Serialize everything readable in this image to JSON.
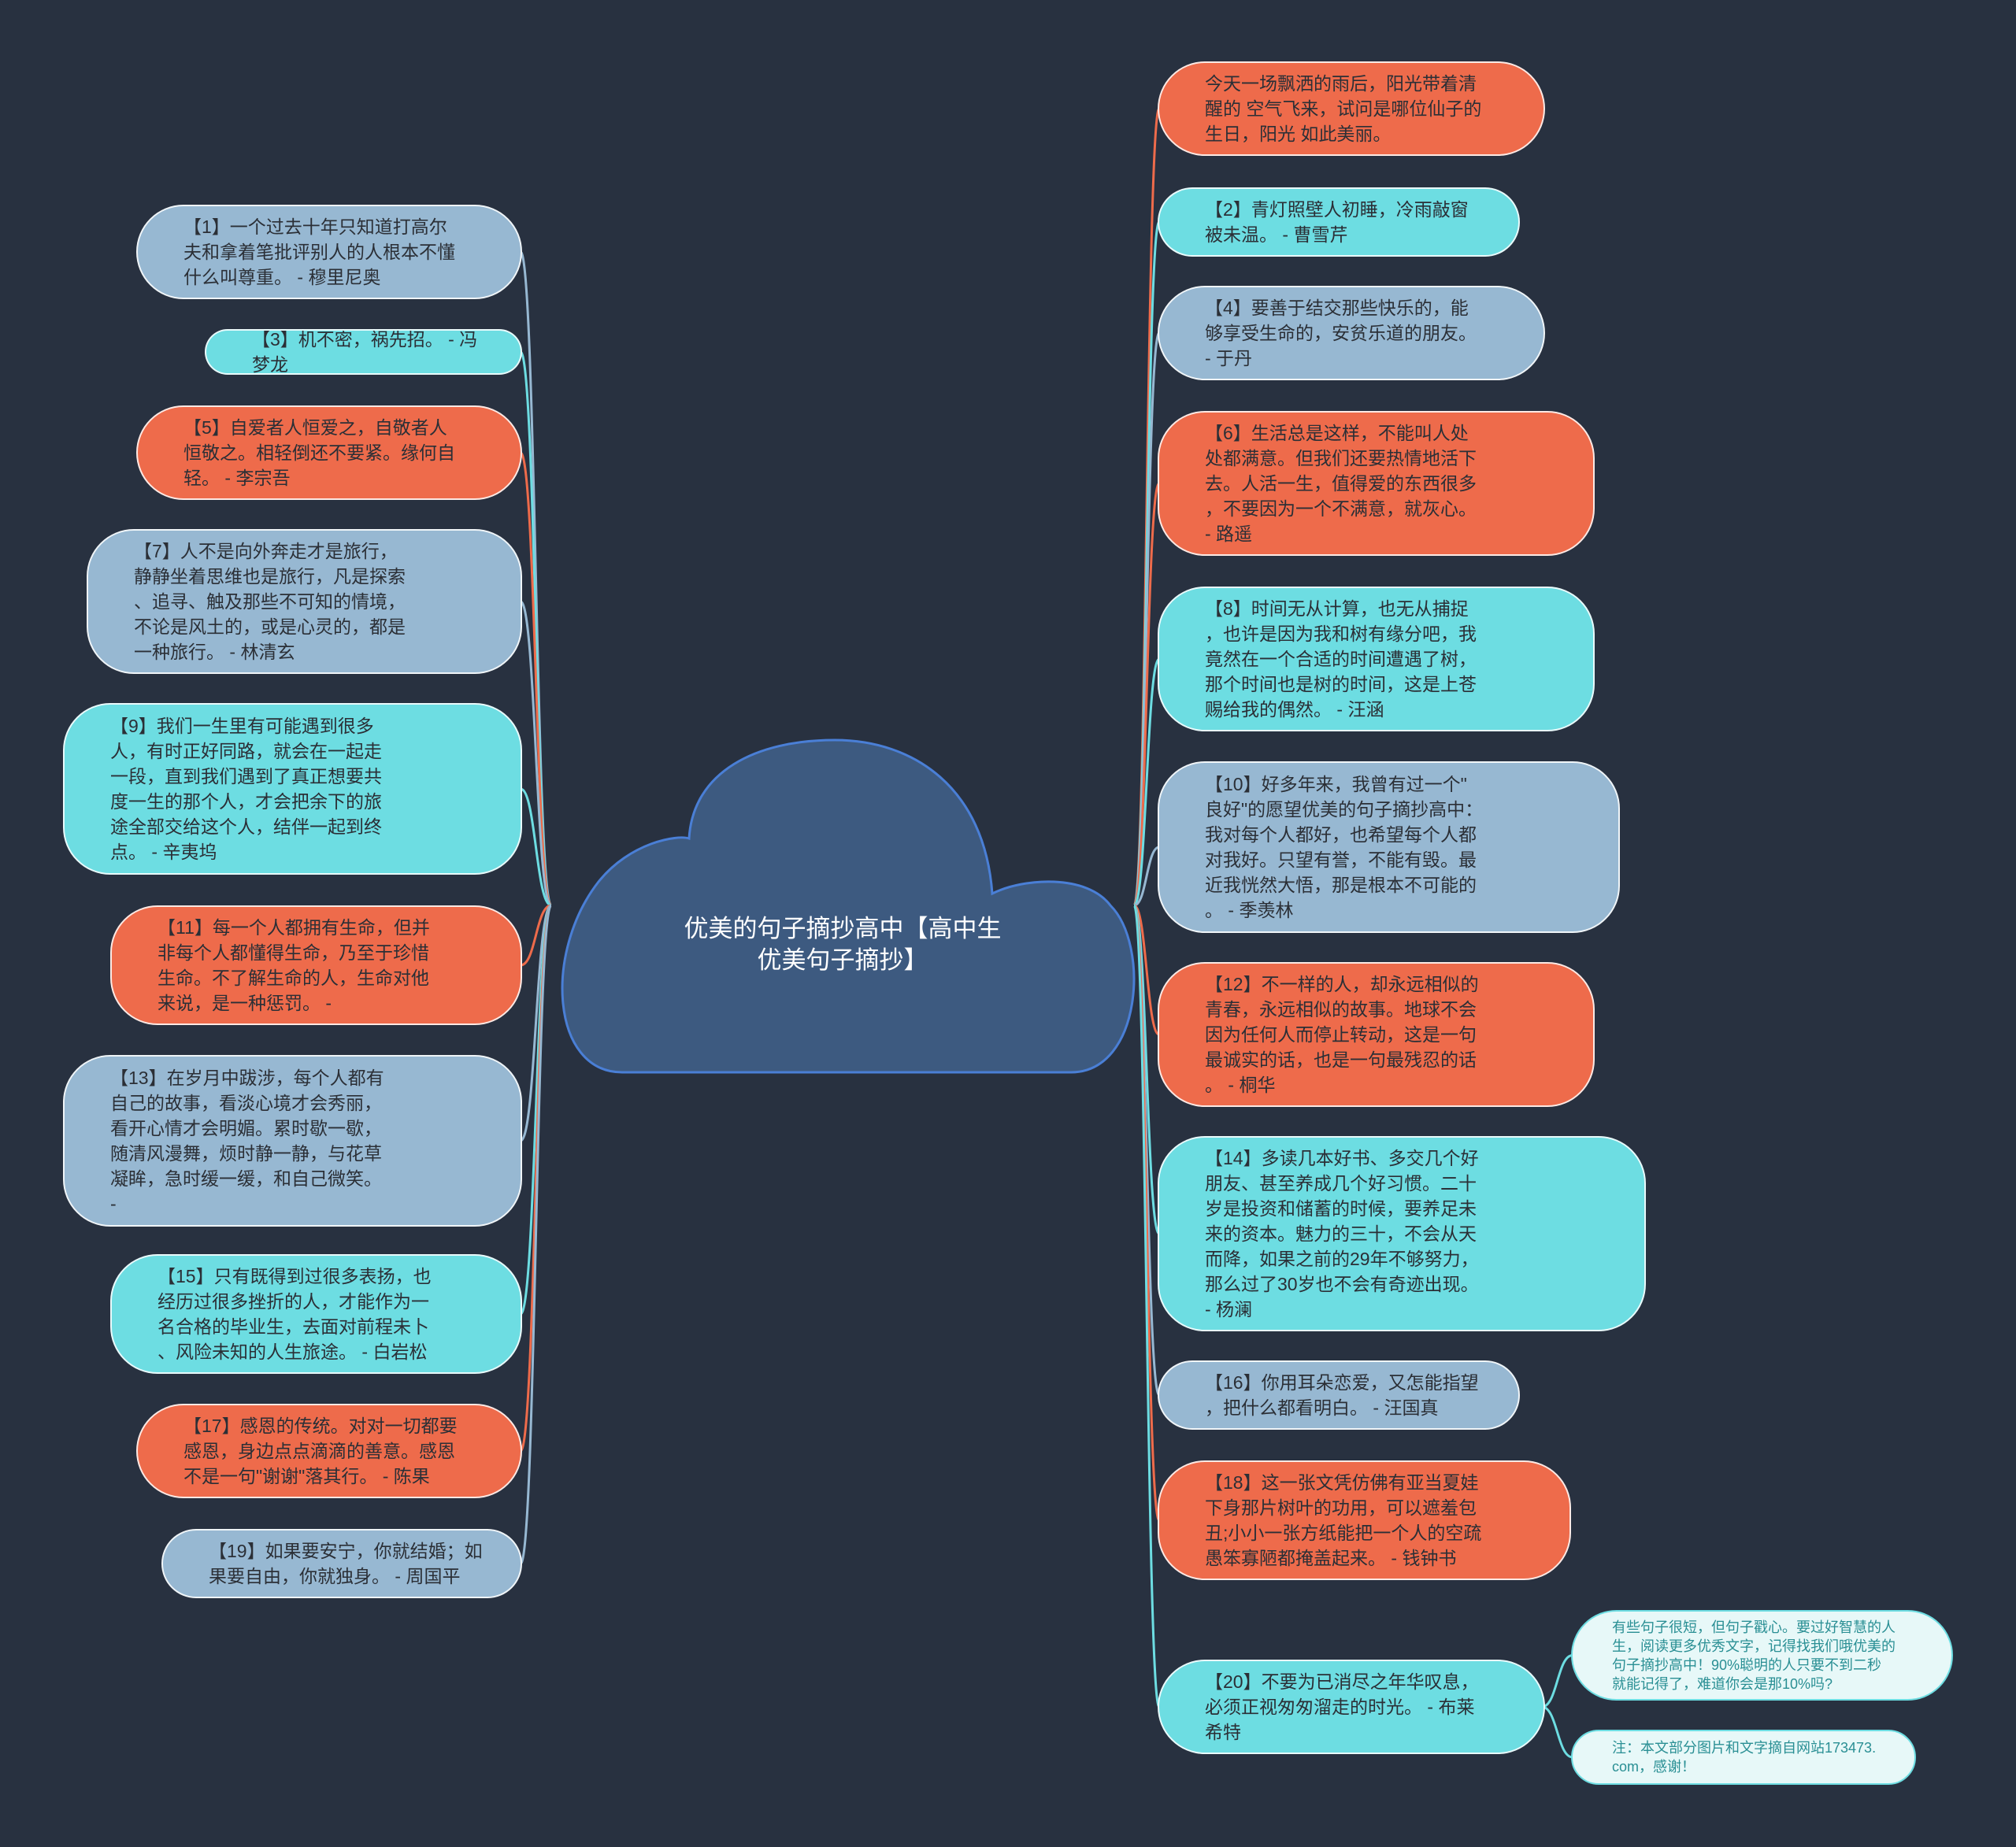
{
  "center": {
    "title": "优美的句子摘抄高中【高中生优美句子摘抄】"
  },
  "colors": {
    "background": "#283140",
    "cloud": "#3d5a80",
    "orange": "#ee6b4b",
    "cyan": "#6ddde2",
    "blue": "#97b8d2"
  },
  "left_nodes": [
    {
      "text": "【1】一个过去十年只知道打高尔\n夫和拿着笔批评别人的人根本不懂\n什么叫尊重。 - 穆里尼奥",
      "color": "blue"
    },
    {
      "text": "【3】机不密，祸先招。 - 冯梦龙",
      "color": "cyan"
    },
    {
      "text": "【5】自爱者人恒爱之，自敬者人\n恒敬之。相轻倒还不要紧。缘何自\n轻。 - 李宗吾",
      "color": "orange"
    },
    {
      "text": "【7】人不是向外奔走才是旅行，\n静静坐着思维也是旅行，凡是探索\n、追寻、触及那些不可知的情境，\n不论是风土的，或是心灵的，都是\n一种旅行。 - 林清玄",
      "color": "blue"
    },
    {
      "text": "【9】我们一生里有可能遇到很多\n人，有时正好同路，就会在一起走\n一段，直到我们遇到了真正想要共\n度一生的那个人，才会把余下的旅\n途全部交给这个人，结伴一起到终\n点。 - 辛夷坞",
      "color": "cyan"
    },
    {
      "text": "【11】每一个人都拥有生命，但并\n非每个人都懂得生命，乃至于珍惜\n生命。不了解生命的人，生命对他\n来说，是一种惩罚。 -",
      "color": "orange"
    },
    {
      "text": "【13】在岁月中跋涉，每个人都有\n自己的故事，看淡心境才会秀丽，\n看开心情才会明媚。累时歇一歇，\n随清风漫舞，烦时静一静，与花草\n凝眸，急时缓一缓，和自己微笑。\n-",
      "color": "blue"
    },
    {
      "text": "【15】只有既得到过很多表扬，也\n经历过很多挫折的人，才能作为一\n名合格的毕业生，去面对前程未卜\n、风险未知的人生旅途。 - 白岩松",
      "color": "cyan"
    },
    {
      "text": "【17】感恩的传统。对对一切都要\n感恩，身边点点滴滴的善意。感恩\n不是一句\"谢谢\"落其行。 - 陈果",
      "color": "orange"
    },
    {
      "text": "【19】如果要安宁，你就结婚；如\n果要自由，你就独身。 - 周国平",
      "color": "blue"
    }
  ],
  "right_nodes": [
    {
      "text": "今天一场飘洒的雨后，阳光带着清\n醒的 空气飞来，试问是哪位仙子的\n生日，阳光 如此美丽。",
      "color": "orange"
    },
    {
      "text": "【2】青灯照壁人初睡，冷雨敲窗\n被未温。 - 曹雪芹",
      "color": "cyan"
    },
    {
      "text": "【4】要善于结交那些快乐的，能\n够享受生命的，安贫乐道的朋友。\n- 于丹",
      "color": "blue"
    },
    {
      "text": "【6】生活总是这样，不能叫人处\n处都满意。但我们还要热情地活下\n去。人活一生，值得爱的东西很多\n，不要因为一个不满意，就灰心。\n- 路遥",
      "color": "orange"
    },
    {
      "text": "【8】时间无从计算，也无从捕捉\n，也许是因为我和树有缘分吧，我\n竟然在一个合适的时间遭遇了树，\n那个时间也是树的时间，这是上苍\n赐给我的偶然。 - 汪涵",
      "color": "cyan"
    },
    {
      "text": "【10】好多年来，我曾有过一个\"\n良好\"的愿望优美的句子摘抄高中：\n我对每个人都好，也希望每个人都\n对我好。只望有誉，不能有毁。最\n近我恍然大悟，那是根本不可能的\n。 - 季羡林",
      "color": "blue"
    },
    {
      "text": "【12】不一样的人，却永远相似的\n青春，永远相似的故事。地球不会\n因为任何人而停止转动，这是一句\n最诚实的话，也是一句最残忍的话\n。 - 桐华",
      "color": "orange"
    },
    {
      "text": "【14】多读几本好书、多交几个好\n朋友、甚至养成几个好习惯。二十\n岁是投资和储蓄的时候，要养足未\n来的资本。魅力的三十，不会从天\n而降，如果之前的29年不够努力，\n那么过了30岁也不会有奇迹出现。\n- 杨澜",
      "color": "cyan"
    },
    {
      "text": "【16】你用耳朵恋爱，又怎能指望\n，把什么都看明白。 - 汪国真",
      "color": "blue"
    },
    {
      "text": "【18】这一张文凭仿佛有亚当夏娃\n下身那片树叶的功用，可以遮羞包\n丑;小小一张方纸能把一个人的空疏\n愚笨寡陋都掩盖起来。 - 钱钟书",
      "color": "orange"
    },
    {
      "text": "【20】不要为已消尽之年华叹息，\n必须正视匆匆溜走的时光。 - 布莱\n希特",
      "color": "cyan"
    }
  ],
  "notes": [
    {
      "text": "有些句子很短，但句子戳心。要过好智慧的人\n生，阅读更多优秀文字，记得找我们哦优美的\n句子摘抄高中！90%聪明的人只要不到二秒\n就能记得了，难道你会是那10%吗?"
    },
    {
      "text": "注：本文部分图片和文字摘自网站173473.\ncom，感谢！"
    }
  ]
}
